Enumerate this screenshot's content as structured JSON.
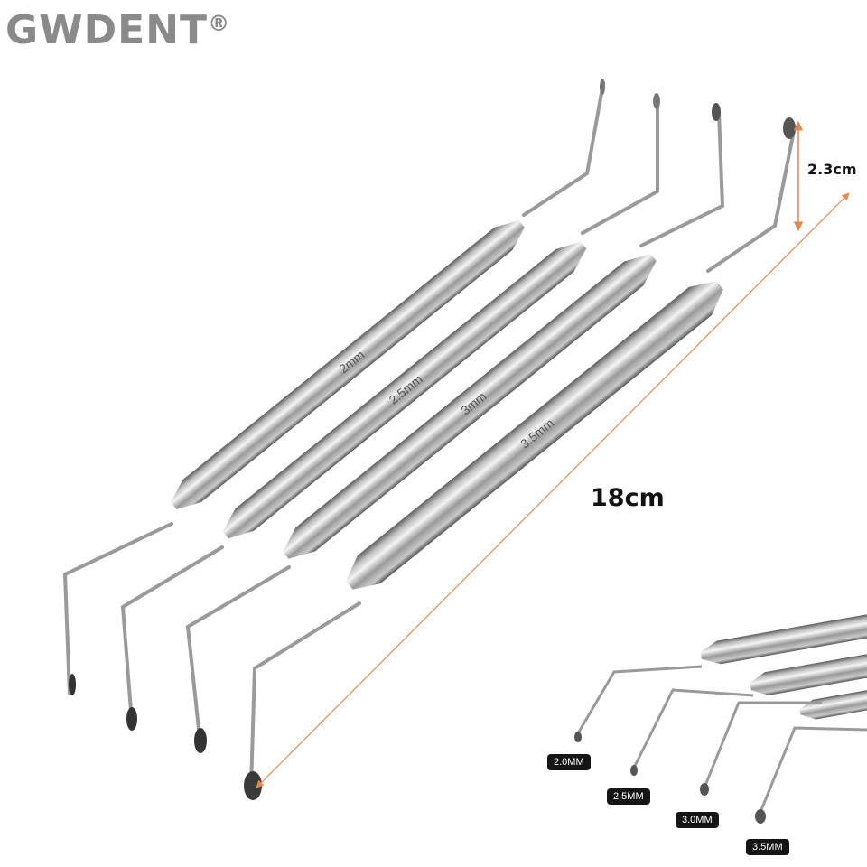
{
  "brand": {
    "name": "GWDENT",
    "mark": "®"
  },
  "instruments": [
    {
      "label": "2mm"
    },
    {
      "label": "2.5mm"
    },
    {
      "label": "3mm"
    },
    {
      "label": "3.5mm"
    }
  ],
  "dimensions": {
    "length": "18cm",
    "tip_height": "2.3cm"
  },
  "detail_labels": [
    "2.0MM",
    "2.5MM",
    "3.0MM",
    "3.5MM"
  ],
  "colors": {
    "steel_light": "#e8e8e8",
    "steel_dark": "#6f6f6f",
    "dimension_line": "#e3894a",
    "brand_gray": "#8a8a8a"
  }
}
